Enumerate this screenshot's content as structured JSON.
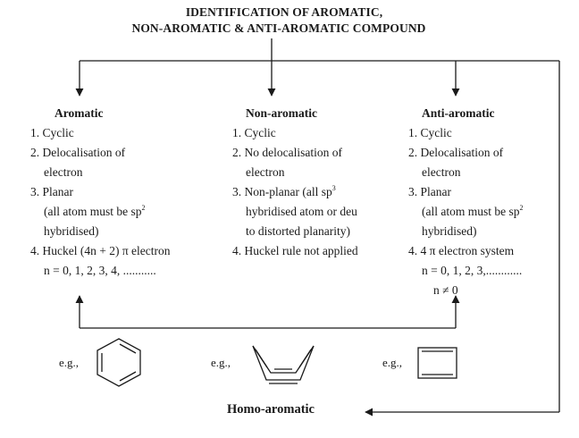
{
  "title": {
    "line1": "IDENTIFICATION OF AROMATIC,",
    "line2": "NON-AROMATIC & ANTI-AROMATIC COMPOUND"
  },
  "aromatic": {
    "heading": "Aromatic",
    "i1": "1. Cyclic",
    "i2a": "2. Delocalisation of",
    "i2b": "electron",
    "i3a": "3. Planar",
    "i3b": "(all atom must be sp",
    "i3b_sup": "2",
    "i3c": "hybridised)",
    "i4": "4. Huckel (4n + 2) π electron",
    "i5": "n = 0, 1, 2, 3, 4, ..........."
  },
  "nonaromatic": {
    "heading": "Non-aromatic",
    "i1": "1. Cyclic",
    "i2a": "2. No delocalisation of",
    "i2b": "electron",
    "i3a": "3. Non-planar (all sp",
    "i3a_sup": "3",
    "i3b": "hybridised atom or deu",
    "i3c": "to distorted planarity)",
    "i4": "4. Huckel rule not applied"
  },
  "antiaromatic": {
    "heading": "Anti-aromatic",
    "i1": "1. Cyclic",
    "i2a": "2. Delocalisation of",
    "i2b": "electron",
    "i3a": "3. Planar",
    "i3b": "(all atom must be sp",
    "i3b_sup": "2",
    "i3c": "hybridised)",
    "i4": "4. 4 π electron system",
    "i5": "n = 0, 1, 2, 3,............",
    "i6": "n ≠ 0"
  },
  "examples": {
    "eg1": "e.g.,",
    "eg2": "e.g.,",
    "eg3": "e.g.,"
  },
  "homo": "Homo-aromatic",
  "colors": {
    "ink": "#1a1a1a",
    "background": "#ffffff"
  },
  "icons": [
    "benzene-structure",
    "cyclooctatetraene-tub-structure",
    "cyclobutadiene-structure"
  ]
}
